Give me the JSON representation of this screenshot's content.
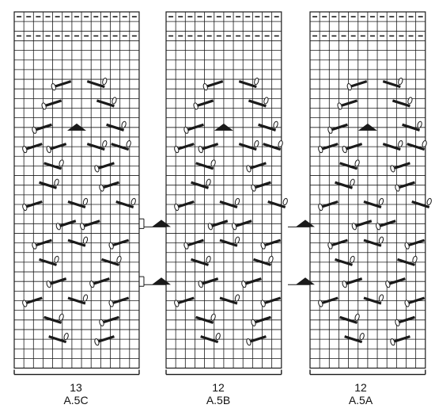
{
  "figure": {
    "line_color": "#1a1a1a",
    "background": "#ffffff",
    "grid_rows": 37,
    "charts": [
      {
        "id": "A.5C",
        "label": "A.5C",
        "stitch_count": "13",
        "columns": 13
      },
      {
        "id": "A.5B",
        "label": "A.5B",
        "stitch_count": "12",
        "columns": 12
      },
      {
        "id": "A.5A",
        "label": "A.5A",
        "stitch_count": "12",
        "columns": 12
      }
    ],
    "symbols": [
      "knit-square",
      "purl-dash",
      "cable-left-cross",
      "cable-right-cross",
      "increase-triangle"
    ]
  }
}
